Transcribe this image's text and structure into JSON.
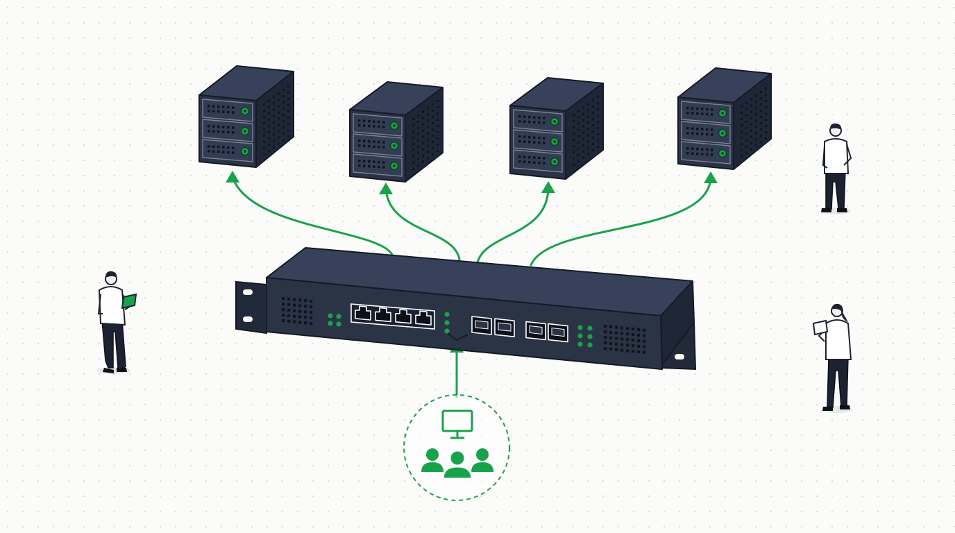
{
  "diagram": {
    "kind": "network-load-balancing-illustration",
    "colors": {
      "accent": "#16a34a",
      "device_dark": "#2b3445",
      "device_top": "#37425a",
      "device_side": "#1f2636",
      "outline": "#141a26",
      "background": "#fbfbfa",
      "person_shirt": "#ffffff",
      "person_pants": "#1c2230"
    },
    "nodes": {
      "servers": [
        {
          "id": "server-1",
          "icon": "server-tower-icon",
          "bays": 3
        },
        {
          "id": "server-2",
          "icon": "server-tower-icon",
          "bays": 3
        },
        {
          "id": "server-3",
          "icon": "server-tower-icon",
          "bays": 3
        },
        {
          "id": "server-4",
          "icon": "server-tower-icon",
          "bays": 3
        }
      ],
      "switch": {
        "id": "network-switch",
        "icon": "rack-switch-icon",
        "ethernet_ports": 4,
        "sfp_ports": 4
      },
      "users": {
        "id": "user-group",
        "icons": [
          "monitor-icon",
          "users-group-icon"
        ],
        "people": 3
      }
    },
    "connections": [
      {
        "from": "user-group",
        "to": "network-switch"
      },
      {
        "from": "network-switch",
        "to": "server-1"
      },
      {
        "from": "network-switch",
        "to": "server-2"
      },
      {
        "from": "network-switch",
        "to": "server-3"
      },
      {
        "from": "network-switch",
        "to": "server-4"
      }
    ],
    "people": [
      {
        "id": "person-left",
        "icon": "person-with-tablet-icon"
      },
      {
        "id": "person-top-right",
        "icon": "person-standing-icon"
      },
      {
        "id": "person-bottom-right",
        "icon": "person-with-tablet-icon"
      }
    ]
  }
}
